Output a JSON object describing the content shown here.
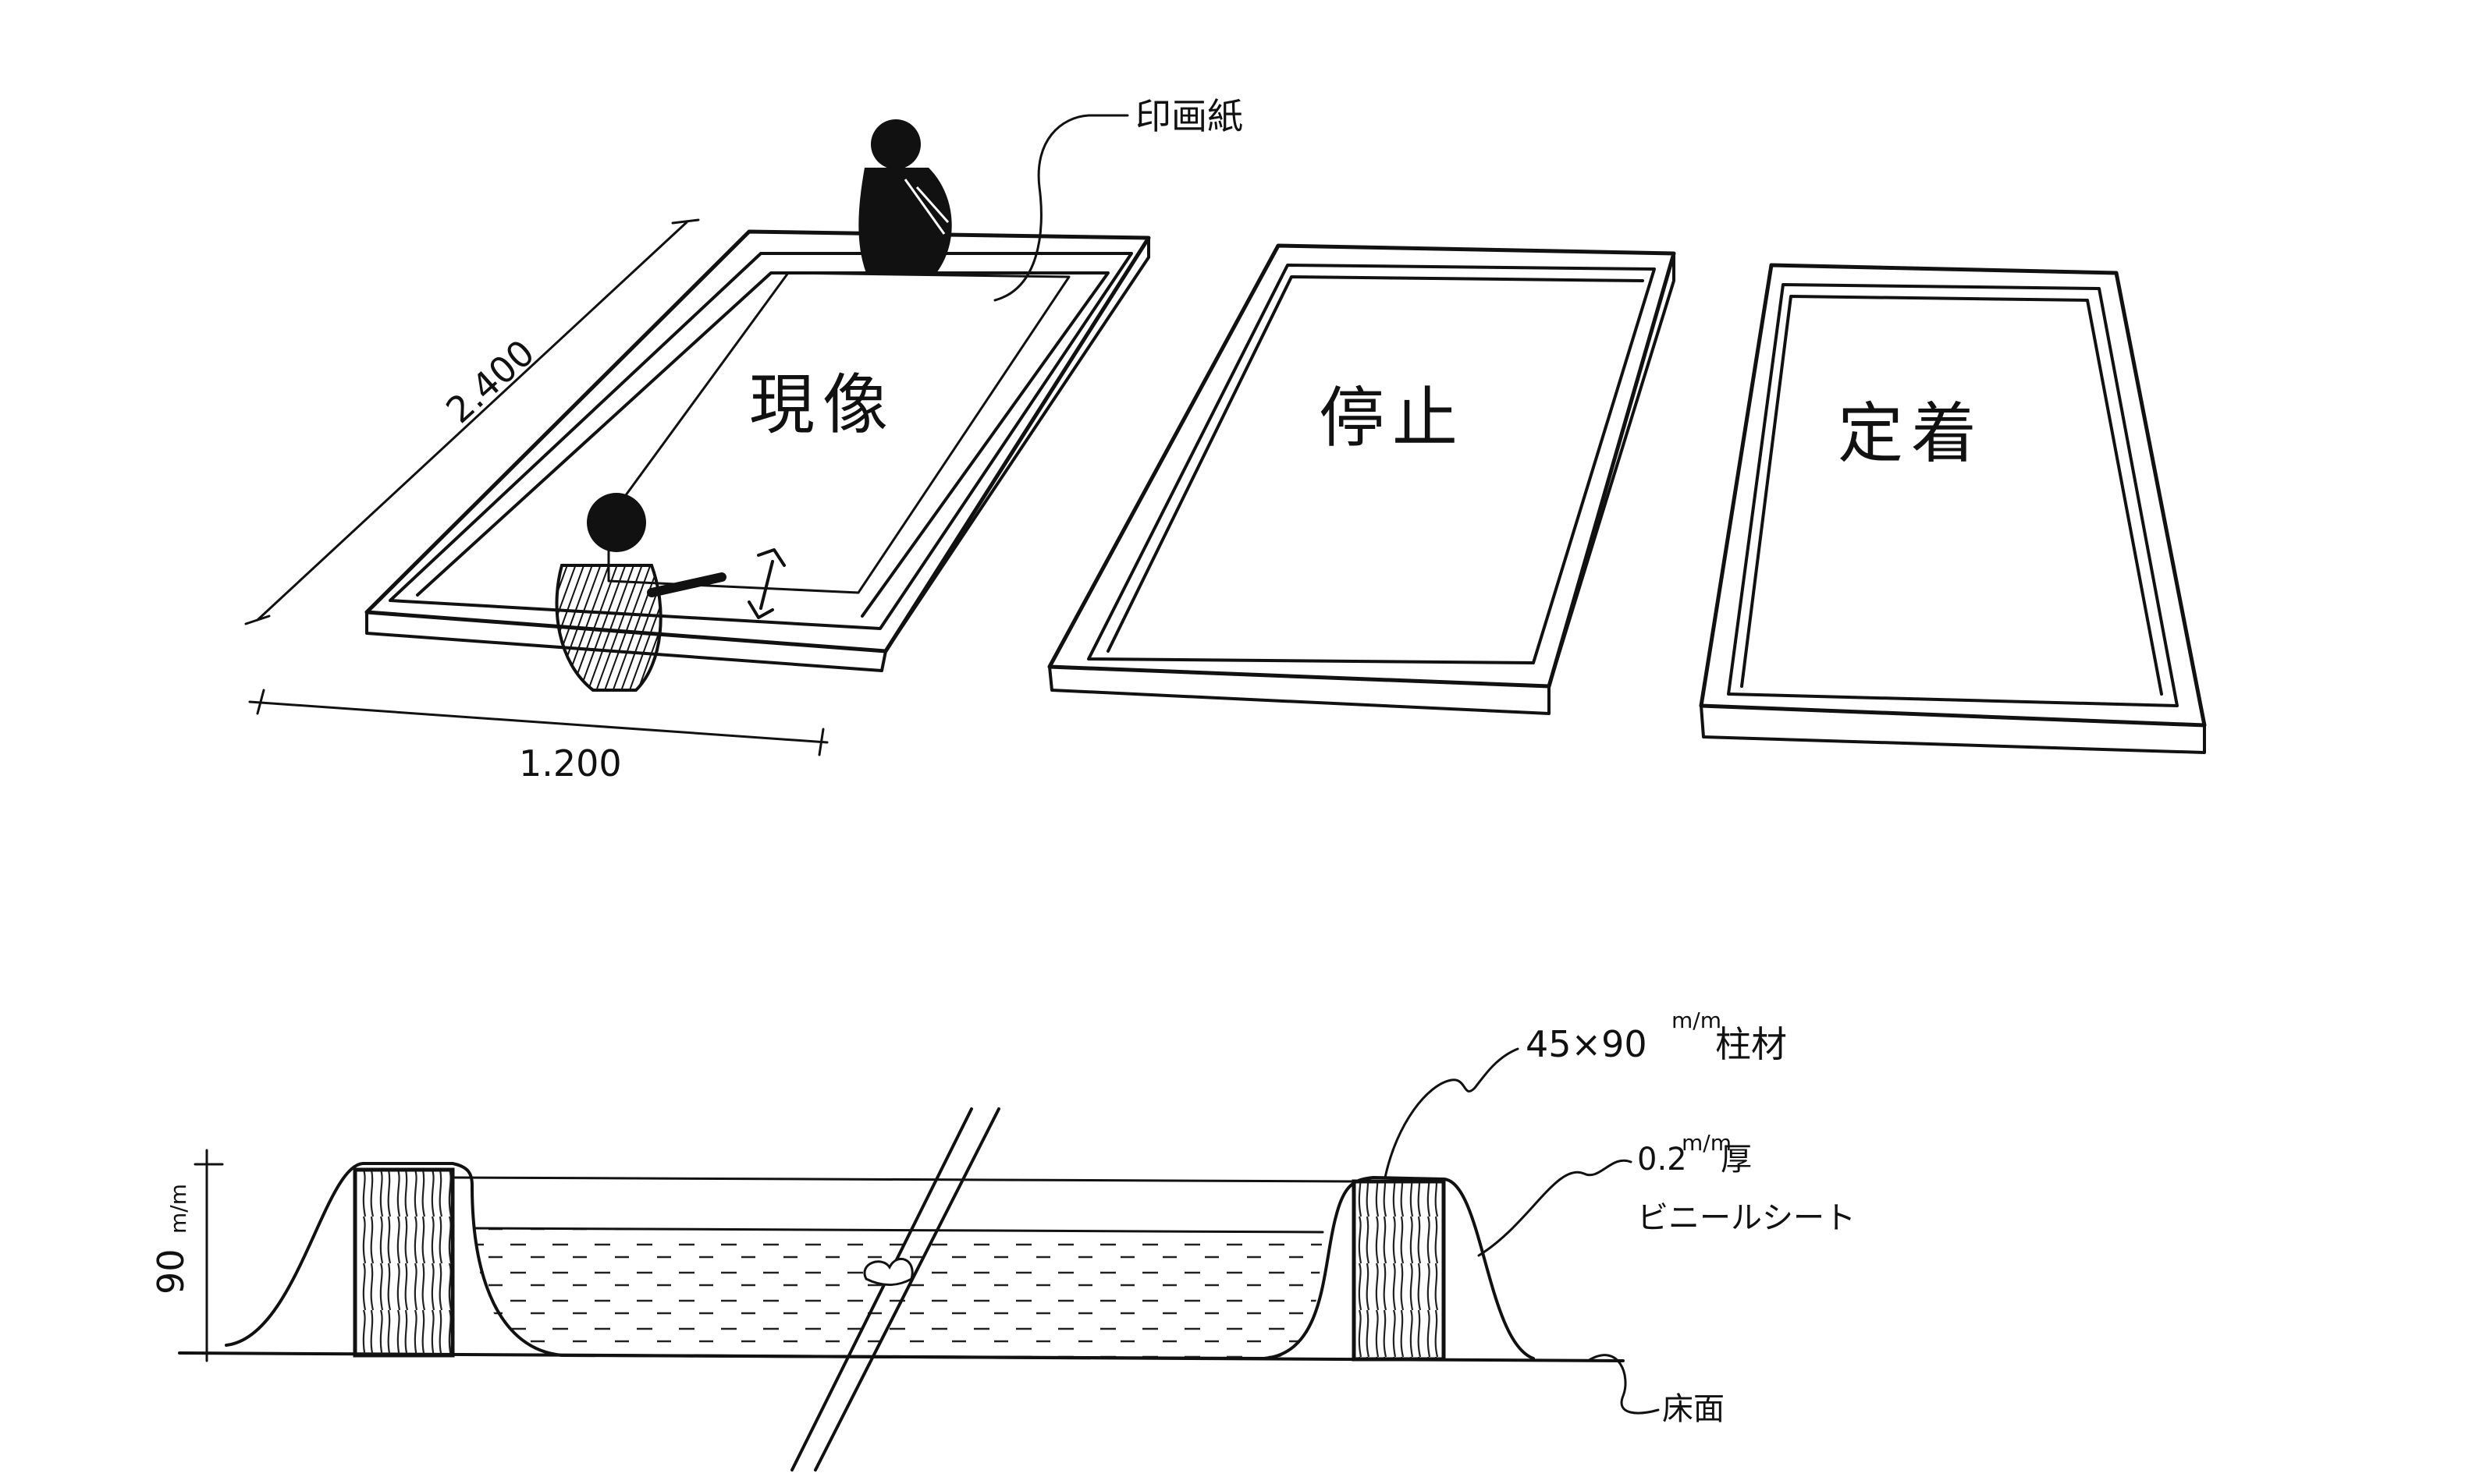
{
  "trays": {
    "developer": {
      "label": "現像"
    },
    "stop": {
      "label": "停止"
    },
    "fixer": {
      "label": "定着"
    }
  },
  "callouts": {
    "paper": "印画紙",
    "lumber": "45×90",
    "lumber_unit": "m/m",
    "lumber_name": "柱材",
    "sheet_thickness": "0.2",
    "sheet_unit": "m/m",
    "sheet_thickness_suffix": "厚",
    "sheet_name": "ビニールシート",
    "floor": "床面"
  },
  "dimensions": {
    "length": "2.400",
    "width": "1.200",
    "height": "90",
    "height_unit": "m/m"
  }
}
